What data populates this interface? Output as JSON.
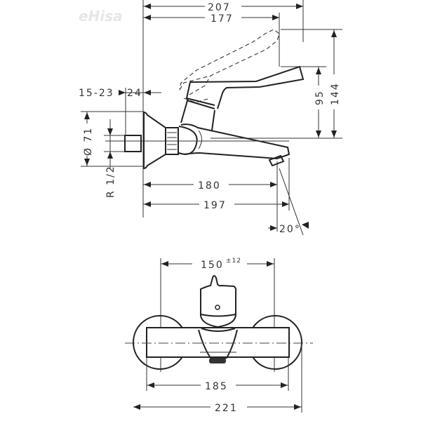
{
  "watermark": "eHisa",
  "side_view": {
    "dimensions": {
      "overall_projection": "207",
      "lever_projection": "177",
      "wall_offset": "15-23",
      "flange_depth": "24",
      "flange_diameter": "Ø 71",
      "connection_thread": "R 1/2",
      "lever_height": "95",
      "total_height": "144",
      "spout_reach": "180",
      "spout_reach_total": "197",
      "spout_angle": "20°"
    }
  },
  "front_view": {
    "dimensions": {
      "center_distance": "150",
      "center_tolerance": "±12",
      "body_width": "185",
      "overall_width": "221"
    }
  },
  "colors": {
    "line": "#333333",
    "background": "#ffffff"
  }
}
